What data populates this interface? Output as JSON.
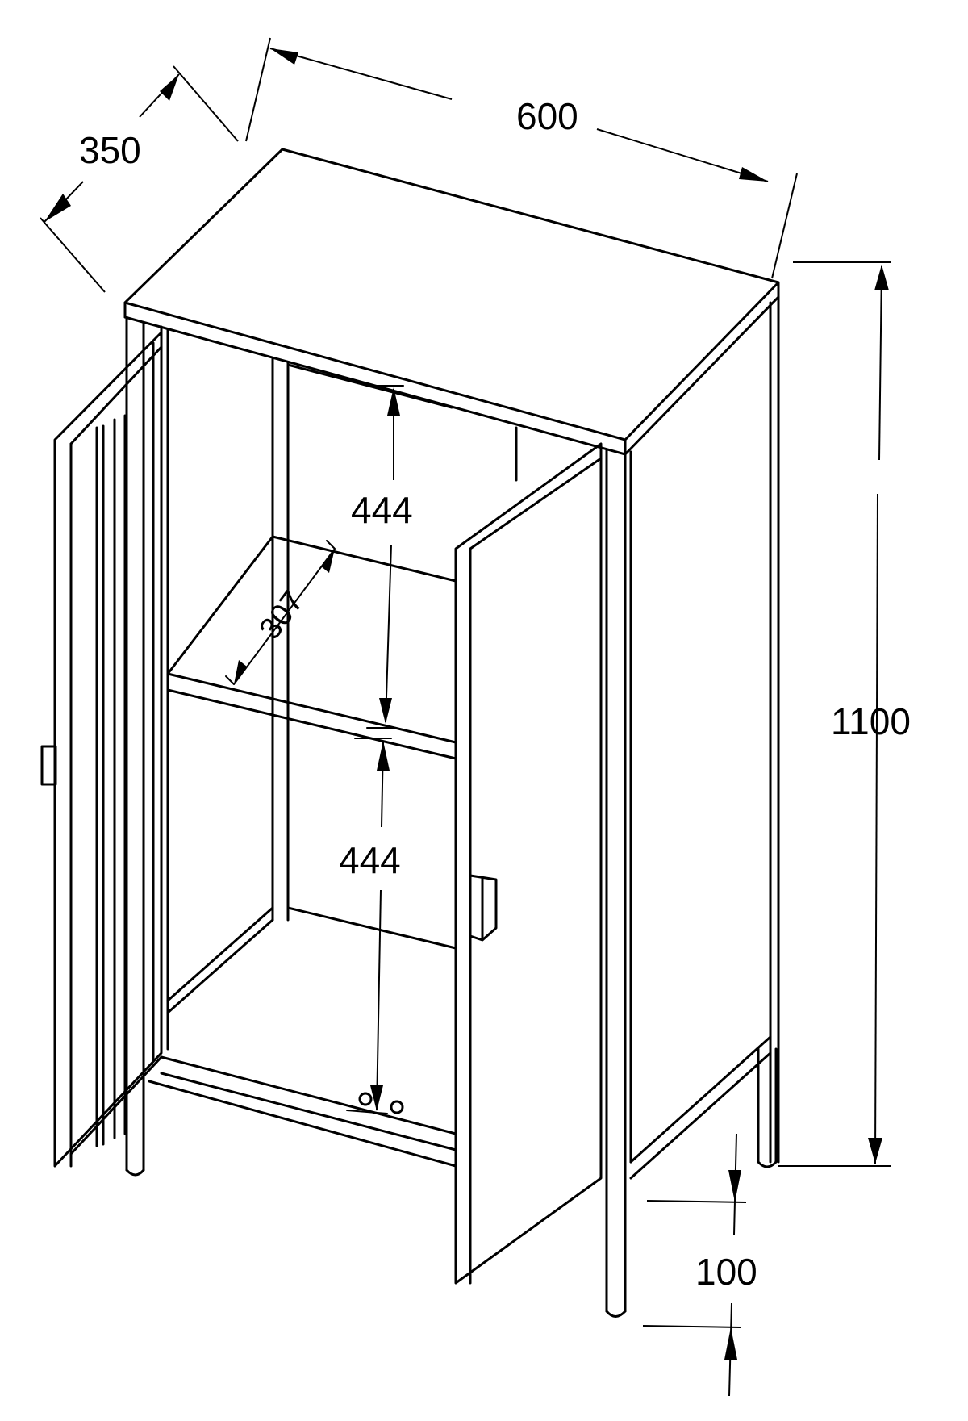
{
  "drawing": {
    "title": "Two-door metal cabinet dimension drawing",
    "units": "mm",
    "line_color": "#000000",
    "background": "#ffffff"
  },
  "dimensions": {
    "depth": {
      "label": "350",
      "value": 350
    },
    "width": {
      "label": "600",
      "value": 600
    },
    "height": {
      "label": "1100",
      "value": 1100
    },
    "upper_compartment": {
      "label": "444",
      "value": 444
    },
    "lower_compartment": {
      "label": "444",
      "value": 444
    },
    "shelf_depth": {
      "label": "307",
      "value": 307
    },
    "leg_height": {
      "label": "100",
      "value": 100
    }
  },
  "parts": {
    "top_panel": "top",
    "left_door": "open left door",
    "right_door": "open right door",
    "shelf": "middle shelf",
    "handles": [
      "left handle",
      "right handle"
    ],
    "legs": 4
  }
}
